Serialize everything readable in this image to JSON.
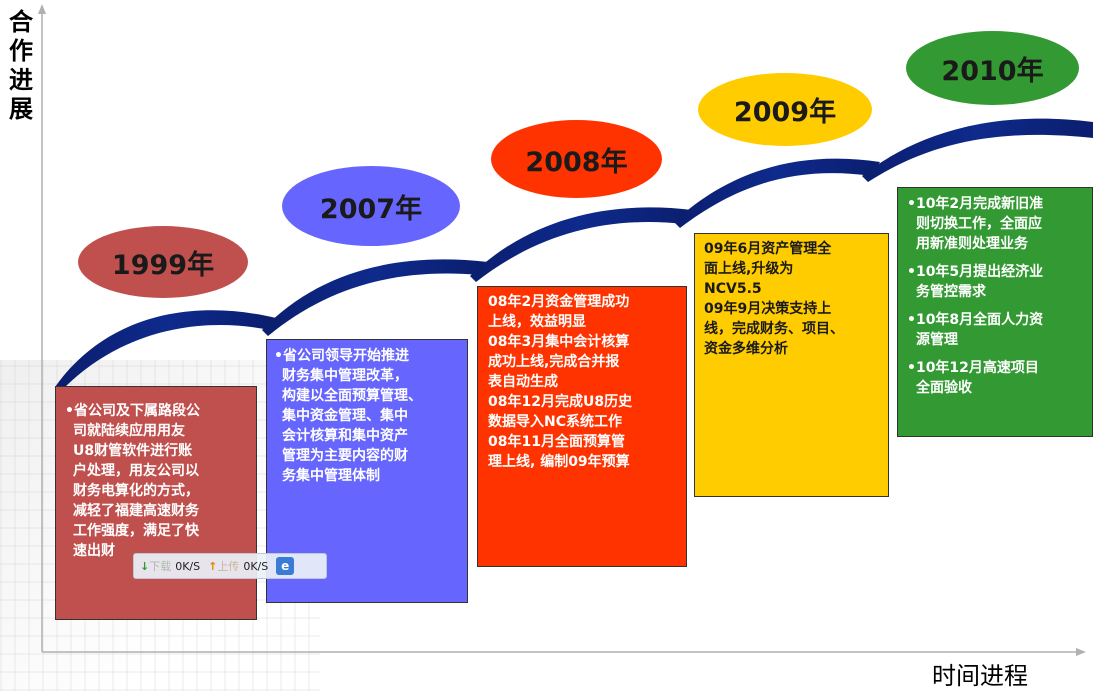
{
  "axes": {
    "y_label": "合作进展",
    "x_label": "时间进程"
  },
  "milestones": [
    {
      "year": "1999年",
      "color": "#c0504d",
      "lines": [
        "•省公司及下属路段公",
        "司就陆续应用用友",
        "U8财管软件进行账",
        "户处理，用友公司以",
        "财务电算化的方式，",
        "减轻了福建高速财务",
        "工作强度，满足了快",
        "速出财"
      ]
    },
    {
      "year": "2007年",
      "color": "#6666ff",
      "lines": [
        "•省公司领导开始推进",
        "财务集中管理改革，",
        "构建以全面预算管理、",
        "集中资金管理、集中",
        "会计核算和集中资产",
        "管理为主要内容的财",
        "务集中管理体制"
      ]
    },
    {
      "year": "2008年",
      "color": "#ff3300",
      "lines": [
        "08年2月资金管理成功",
        "上线，效益明显",
        "08年3月集中会计核算",
        "成功上线,完成合并报",
        "表自动生成",
        "08年12月完成U8历史",
        "数据导入NC系统工作",
        "08年11月全面预算管",
        "理上线, 编制09年预算"
      ]
    },
    {
      "year": "2009年",
      "color": "#ffcc00",
      "lines": [
        "09年6月资产管理全",
        "面上线,升级为",
        "NCV5.5",
        "09年9月决策支持上",
        "线，完成财务、项目、",
        "资金多维分析"
      ]
    },
    {
      "year": "2010年",
      "color": "#339933",
      "lines": [
        "•10年2月完成新旧准",
        "则切换工作，全面应",
        "用新准则处理业务",
        "•10年5月提出经济业",
        "务管控需求",
        "•10年8月全面人力资",
        "源管理",
        "•10年12月高速项目",
        "全面验收"
      ]
    }
  ],
  "download_widget": {
    "down_speed": "0K/S",
    "up_speed": "0K/S",
    "down_label": "下载",
    "up_label": "上传"
  }
}
